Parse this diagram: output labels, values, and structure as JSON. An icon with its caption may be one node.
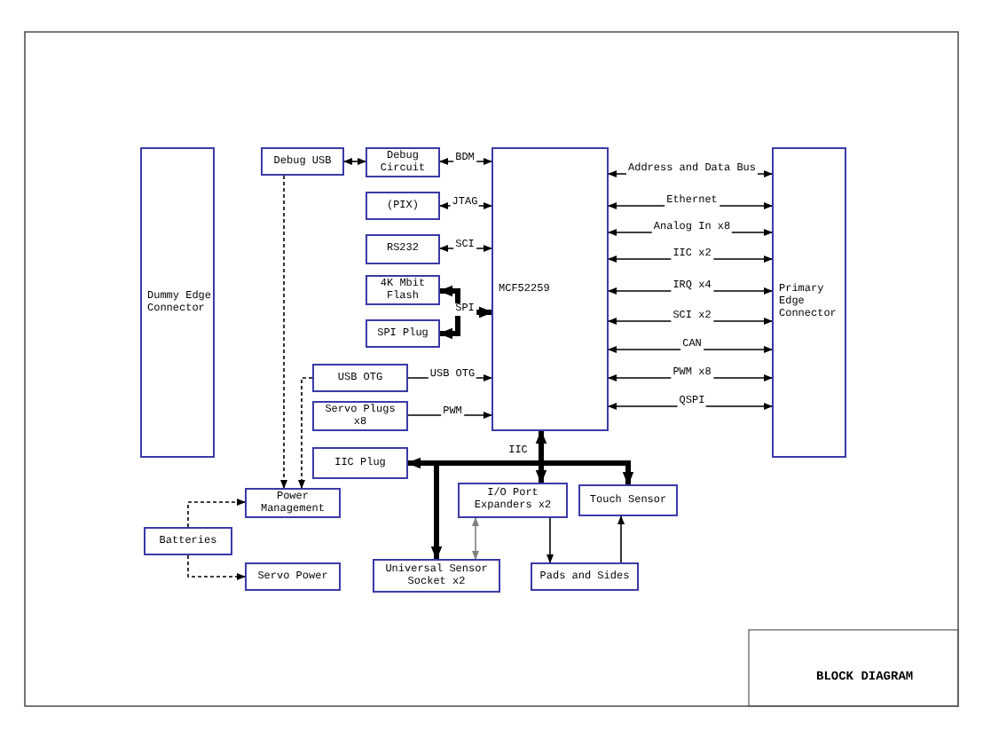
{
  "diagram": {
    "nodes": [
      {
        "text": [
          "Dummy Edge Connector"
        ]
      },
      {
        "text": [
          "Debug USB"
        ]
      },
      {
        "text": [
          "Debug Circuit"
        ]
      },
      {
        "text": [
          "(PIX)"
        ]
      },
      {
        "text": [
          "RS232"
        ]
      },
      {
        "text": [
          "4K Mbit Flash"
        ]
      },
      {
        "text": [
          "SPI Plug"
        ]
      },
      {
        "text": [
          "USB OTG"
        ]
      },
      {
        "text": [
          "Servo Plugs x8"
        ]
      },
      {
        "text": [
          "IIC Plug"
        ]
      },
      {
        "text": [
          "MCF52259"
        ]
      },
      {
        "text": [
          "Primary Edge Connector"
        ]
      },
      {
        "text": [
          "Power Management"
        ]
      },
      {
        "text": [
          "Batteries"
        ]
      },
      {
        "text": [
          "Servo Power"
        ]
      },
      {
        "text": [
          "Universal Sensor Socket x2"
        ]
      },
      {
        "text": [
          "I/O Port Expanders x2"
        ]
      },
      {
        "text": [
          "Touch Sensor"
        ]
      },
      {
        "text": [
          "Pads and Sides"
        ]
      }
    ],
    "edges": [
      {
        "from": 1,
        "to": 2,
        "arrow": "both"
      },
      {
        "from": 2,
        "to": 10,
        "arrow": "both",
        "label": "BDM"
      },
      {
        "from": 3,
        "to": 10,
        "arrow": "both",
        "label": "JTAG"
      },
      {
        "from": 4,
        "to": 10,
        "arrow": "both",
        "label": "SCI"
      },
      {
        "from": 10,
        "to": 5,
        "arrow": "both",
        "label": "SPI",
        "style": "thick"
      },
      {
        "from": 10,
        "to": 6,
        "arrow": "both",
        "style": "thick"
      },
      {
        "from": 7,
        "to": 10,
        "arrow": "to",
        "label": "USB OTG"
      },
      {
        "from": 8,
        "to": 10,
        "arrow": "to",
        "label": "PWM"
      },
      {
        "from": 10,
        "to": 9,
        "arrow": "to",
        "label": "IIC",
        "style": "thick"
      },
      {
        "from": 10,
        "to": 15,
        "arrow": "to",
        "style": "thick"
      },
      {
        "from": 10,
        "to": 16,
        "arrow": "both",
        "style": "thick"
      },
      {
        "from": 10,
        "to": 17,
        "arrow": "to",
        "style": "thick"
      },
      {
        "from": 10,
        "to": 11,
        "arrow": "both",
        "label": "Address and Data Bus"
      },
      {
        "from": 10,
        "to": 11,
        "arrow": "both",
        "label": "Ethernet"
      },
      {
        "from": 10,
        "to": 11,
        "arrow": "both",
        "label": "Analog In x8"
      },
      {
        "from": 10,
        "to": 11,
        "arrow": "both",
        "label": "IIC x2"
      },
      {
        "from": 10,
        "to": 11,
        "arrow": "both",
        "label": "IRQ x4"
      },
      {
        "from": 10,
        "to": 11,
        "arrow": "both",
        "label": "SCI x2"
      },
      {
        "from": 10,
        "to": 11,
        "arrow": "both",
        "label": "CAN"
      },
      {
        "from": 10,
        "to": 11,
        "arrow": "both",
        "label": "PWM x8"
      },
      {
        "from": 10,
        "to": 11,
        "arrow": "both",
        "label": "QSPI"
      },
      {
        "from": 1,
        "to": 12,
        "arrow": "to",
        "style": "dashed"
      },
      {
        "from": 7,
        "to": 12,
        "arrow": "to",
        "style": "dashed"
      },
      {
        "from": 13,
        "to": 12,
        "arrow": "to",
        "style": "dashed"
      },
      {
        "from": 13,
        "to": 14,
        "arrow": "to",
        "style": "dashed"
      },
      {
        "from": 16,
        "to": 15,
        "arrow": "both",
        "color": "#808080"
      },
      {
        "from": 16,
        "to": 18,
        "arrow": "to"
      },
      {
        "from": 18,
        "to": 17,
        "arrow": "to"
      }
    ],
    "labels": [
      "BLOCK DIAGRAM"
    ]
  }
}
